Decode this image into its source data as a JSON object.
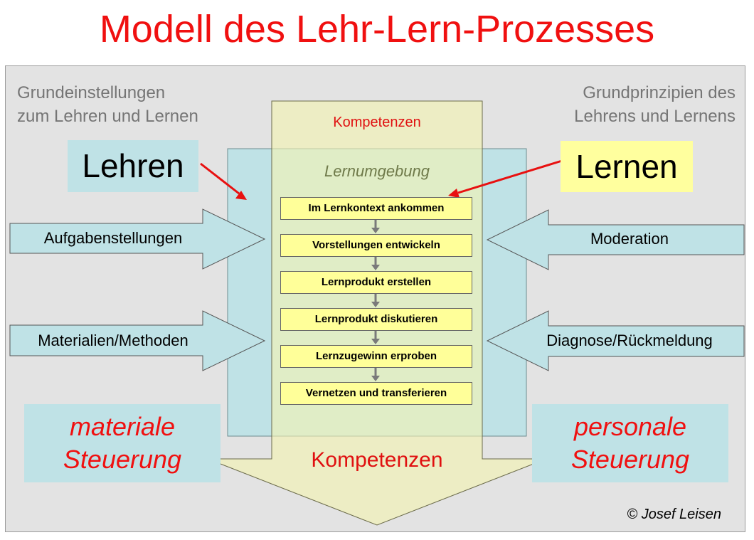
{
  "title": "Modell des Lehr-Lern-Prozesses",
  "top_left": [
    "Grundeinstellungen",
    "zum Lehren und Lernen"
  ],
  "top_right": [
    "Grundprinzipien des",
    "Lehrens und Lernens"
  ],
  "lehren": "Lehren",
  "lernen": "Lernen",
  "kompetenzen_top": "Kompetenzen",
  "lernumgebung": "Lernumgebung",
  "steps": [
    "Im Lernkontext ankommen",
    "Vorstellungen entwickeln",
    "Lernprodukt erstellen",
    "Lernprodukt diskutieren",
    "Lernzugewinn erproben",
    "Vernetzen und transferieren"
  ],
  "left_arrows": [
    "Aufgabenstellungen",
    "Materialien/Methoden"
  ],
  "right_arrows": [
    "Moderation",
    "Diagnose/Rückmeldung"
  ],
  "steering_left": [
    "materiale",
    "Steuerung"
  ],
  "steering_right": [
    "personale",
    "Steuerung"
  ],
  "kompetenzen_bottom": "Kompetenzen",
  "copyright": "© Josef Leisen",
  "colors": {
    "title_red": "#f01010",
    "cyan_fill": "#bfe2e6",
    "yellow_fill": "#ffff99",
    "panel_gray": "#e3e3e3",
    "pointer_red": "#e81010"
  }
}
